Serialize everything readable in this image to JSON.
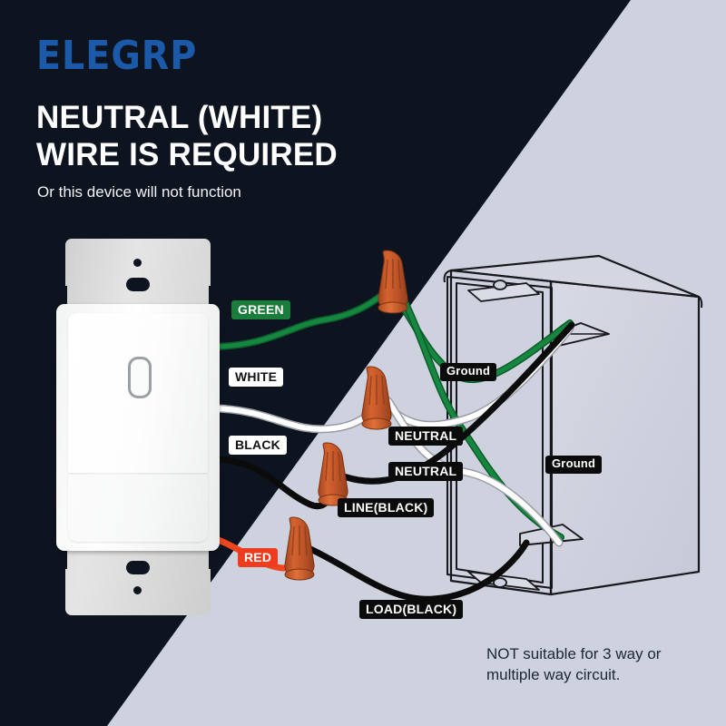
{
  "brand": {
    "logo_text": "ELEGRP"
  },
  "headline": {
    "line1": "NEUTRAL (WHITE)",
    "line2": "WIRE IS REQUIRED",
    "subtitle": "Or this device will not function"
  },
  "footnote": {
    "line1": "NOT suitable for 3 way or",
    "line2": "multiple way circuit."
  },
  "wire_labels": {
    "green": "GREEN",
    "white": "WHITE",
    "black": "BLACK",
    "red": "RED",
    "neutral_1": "NEUTRAL",
    "neutral_2": "NEUTRAL",
    "line_black": "LINE(BLACK)",
    "load_black": "LOAD(BLACK)",
    "ground_1": "Ground",
    "ground_2": "Ground"
  },
  "colors": {
    "background_dark": "#0d1420",
    "background_light": "#ced1de",
    "brand_blue": "#1b5aa8",
    "wire_green": "#14793a",
    "wire_white": "#ffffff",
    "wire_black": "#111111",
    "wire_red": "#f0461f",
    "wirenut_orange": "#c4572a",
    "label_green_bg": "#1a7d3c",
    "label_red_bg": "#ef3b1e",
    "label_black_bg": "#0b0b0b"
  },
  "diagram": {
    "device_name": "wall-dimmer-switch",
    "enclosure_name": "electrical-junction-box",
    "wire_nut_count": 4
  }
}
